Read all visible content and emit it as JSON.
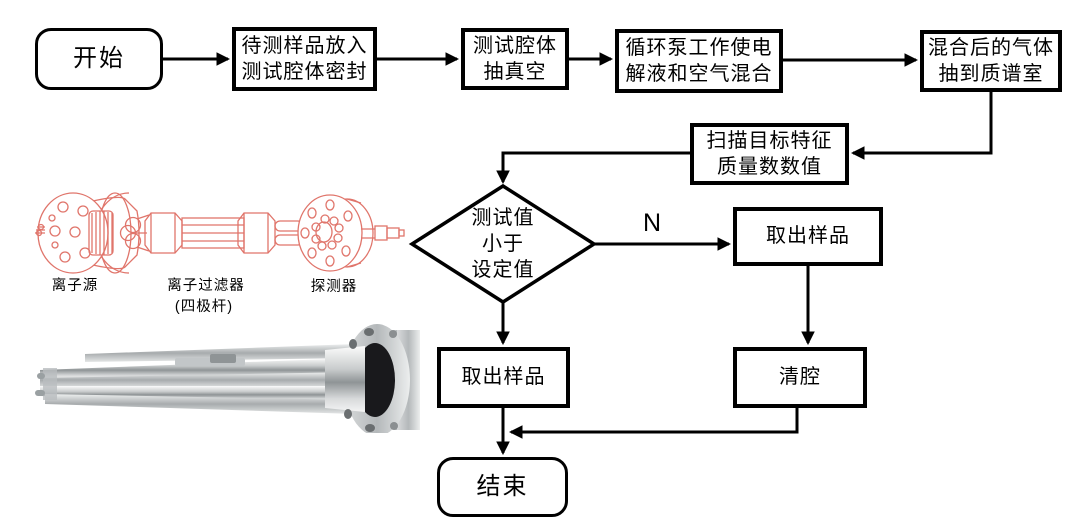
{
  "flowchart": {
    "start_label": "开始",
    "end_label": "结束",
    "steps": {
      "load_sample": {
        "lines": [
          "待测样品放入",
          "测试腔体密封"
        ]
      },
      "vacuum": {
        "lines": [
          "测试腔体",
          "抽真空"
        ]
      },
      "pump_mix": {
        "lines": [
          "循环泵工作使电",
          "解液和空气混合"
        ]
      },
      "gas_to_ms": {
        "lines": [
          "混合后的气体",
          "抽到质谱室"
        ]
      },
      "scan_mass": {
        "lines": [
          "扫描目标特征",
          "质量数数值"
        ]
      }
    },
    "decision": {
      "lines": [
        "测试值",
        "小于",
        "设定值"
      ]
    },
    "branch_no_label": "N",
    "take_sample_right_label": "取出样品",
    "clean_chamber_label": "清腔",
    "take_sample_left_label": "取出样品"
  },
  "components": {
    "ion_source_label": "离子源",
    "ion_filter_label": "离子过滤器",
    "ion_filter_sublabel": "(四极杆)",
    "detector_label": "探测器"
  },
  "colors": {
    "flow_line": "#000000",
    "component_drawing": "#e0756b",
    "background": "#ffffff"
  }
}
